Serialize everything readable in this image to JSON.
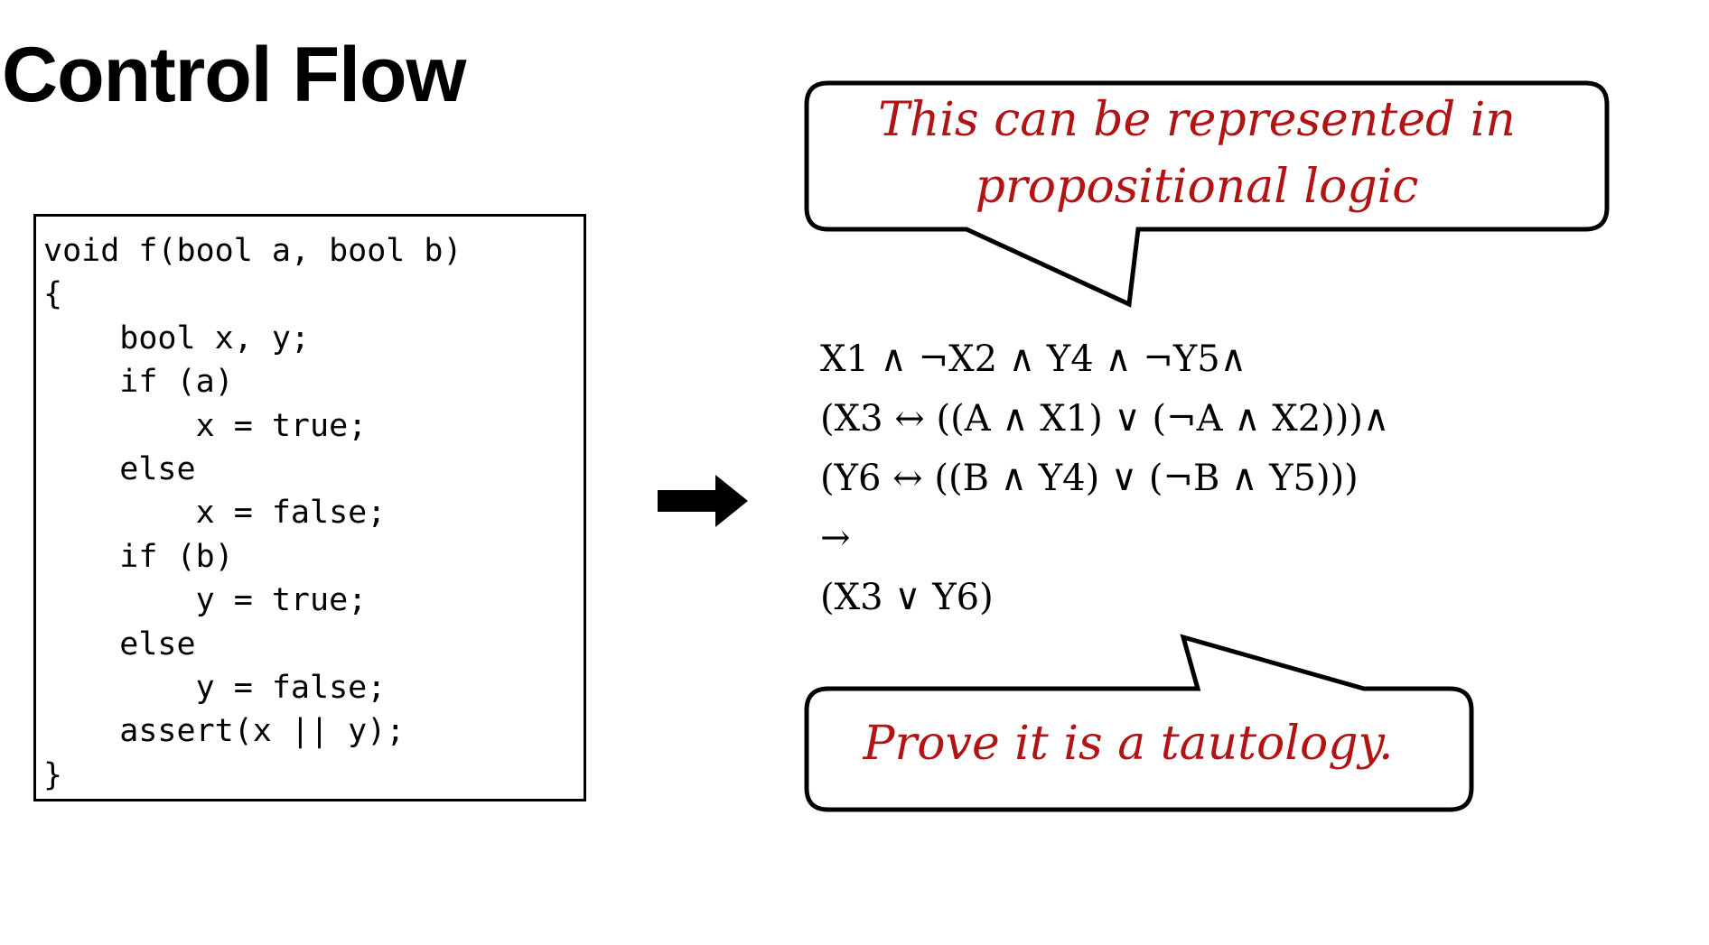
{
  "slide": {
    "title": "Control Flow"
  },
  "code": {
    "lines": [
      "void f(bool a, bool b)",
      "{",
      "    bool x, y;",
      "    if (a)",
      "        x = true;",
      "    else",
      "        x = false;",
      "    if (b)",
      "        y = true;",
      "    else",
      "        y = false;",
      "    assert(x || y);",
      "}"
    ]
  },
  "callouts": {
    "top": {
      "line1": "This can be represented in",
      "line2": "propositional logic"
    },
    "bottom": {
      "text": "Prove it is a tautology."
    }
  },
  "formula": {
    "lines": [
      "X1 ∧ ¬X2 ∧ Y4 ∧ ¬Y5∧",
      "(X3 ↔ ((A ∧ X1) ∨ (¬A ∧ X2)))∧",
      "(Y6 ↔ ((B ∧ Y4) ∨ (¬B ∧ Y5)))",
      "→",
      "(X3 ∨ Y6)"
    ]
  },
  "colors": {
    "callout_text": "#b01414",
    "text": "#000000"
  },
  "icons": {
    "arrow": "right-arrow-icon"
  }
}
